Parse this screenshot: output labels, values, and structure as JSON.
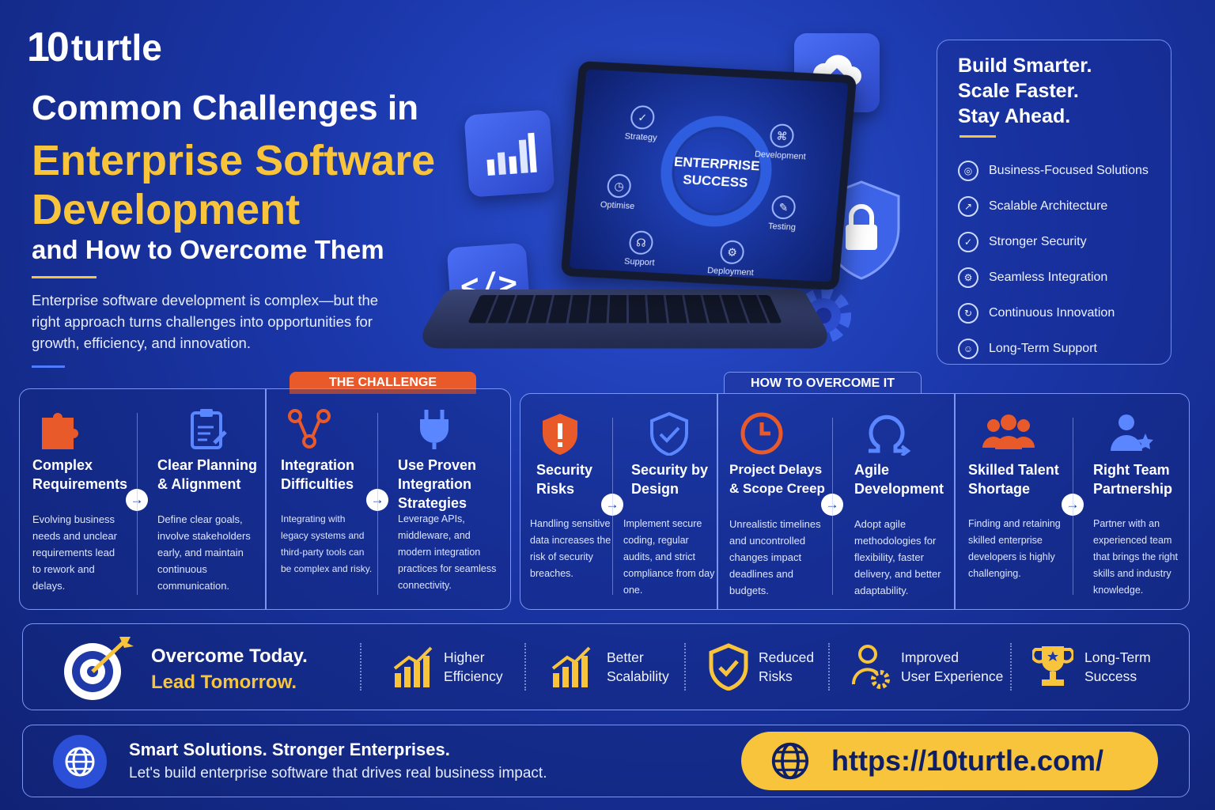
{
  "brand": {
    "logo_mark": "10",
    "logo_text": "turtle"
  },
  "heading": {
    "line1": "Common Challenges in",
    "line2": "Enterprise Software Development",
    "line3": "and How to Overcome Them",
    "intro": "Enterprise software development is complex—but the right approach turns challenges into opportunities for growth, efficiency, and innovation."
  },
  "hero": {
    "center_label": "ENTERPRISE SUCCESS",
    "nodes": [
      "Strategy",
      "Development",
      "Testing",
      "Deployment",
      "Support",
      "Optimise"
    ]
  },
  "panel": {
    "tagline": [
      "Build Smarter.",
      "Scale Faster.",
      "Stay Ahead."
    ],
    "bullets": [
      {
        "label": "Business-Focused Solutions",
        "icon": "target-icon"
      },
      {
        "label": "Scalable Architecture",
        "icon": "chart-icon"
      },
      {
        "label": "Stronger Security",
        "icon": "shield-icon"
      },
      {
        "label": "Seamless Integration",
        "icon": "gear-icon"
      },
      {
        "label": "Continuous Innovation",
        "icon": "refresh-icon"
      },
      {
        "label": "Long-Term Support",
        "icon": "user-icon"
      }
    ]
  },
  "sections": {
    "challenge_label": "THE CHALLENGE",
    "overcome_label": "HOW TO OVERCOME IT"
  },
  "pairs_left": [
    {
      "challenge_title": "Complex Requirements",
      "challenge_text": "Evolving business needs and unclear requirements lead to rework and delays.",
      "solution_title": "Clear Planning & Alignment",
      "solution_text": "Define clear goals, involve stakeholders early, and maintain continuous communication."
    },
    {
      "challenge_title": "Integration Difficulties",
      "challenge_text": "Integrating with legacy systems and third-party tools can be complex and risky.",
      "solution_title": "Use Proven Integration Strategies",
      "solution_text": "Leverage APIs, middleware, and modern integration practices for seamless connectivity."
    }
  ],
  "pairs_right": [
    {
      "challenge_title": "Security Risks",
      "challenge_text": "Handling sensitive data increases the risk of security breaches.",
      "solution_title": "Security by Design",
      "solution_text": "Implement secure coding, regular audits, and strict compliance from day one."
    },
    {
      "challenge_title": "Project Delays & Scope Creep",
      "challenge_text": "Unrealistic timelines and uncontrolled changes impact deadlines and budgets.",
      "solution_title": "Agile Development",
      "solution_text": "Adopt agile methodologies for flexibility, faster delivery, and better adaptability."
    },
    {
      "challenge_title": "Skilled Talent Shortage",
      "challenge_text": "Finding and retaining skilled enterprise developers is highly challenging.",
      "solution_title": "Right Team Partnership",
      "solution_text": "Partner with an experienced team that brings the right skills and industry knowledge."
    }
  ],
  "benefits": {
    "slogan_line1": "Overcome Today.",
    "slogan_line2": "Lead Tomorrow.",
    "items": [
      {
        "line1": "Higher",
        "line2": "Efficiency"
      },
      {
        "line1": "Better",
        "line2": "Scalability"
      },
      {
        "line1": "Reduced",
        "line2": "Risks"
      },
      {
        "line1": "Improved",
        "line2": "User Experience"
      },
      {
        "line1": "Long-Term",
        "line2": "Success"
      }
    ]
  },
  "footer": {
    "headline": "Smart Solutions. Stronger Enterprises.",
    "subline": "Let's build enterprise software that drives real business impact.",
    "url": "https://10turtle.com/"
  },
  "colors": {
    "accent": "#f7c43b",
    "challenge": "#e85a2a",
    "solution": "#5a86ff",
    "background": "#1a36a8"
  }
}
